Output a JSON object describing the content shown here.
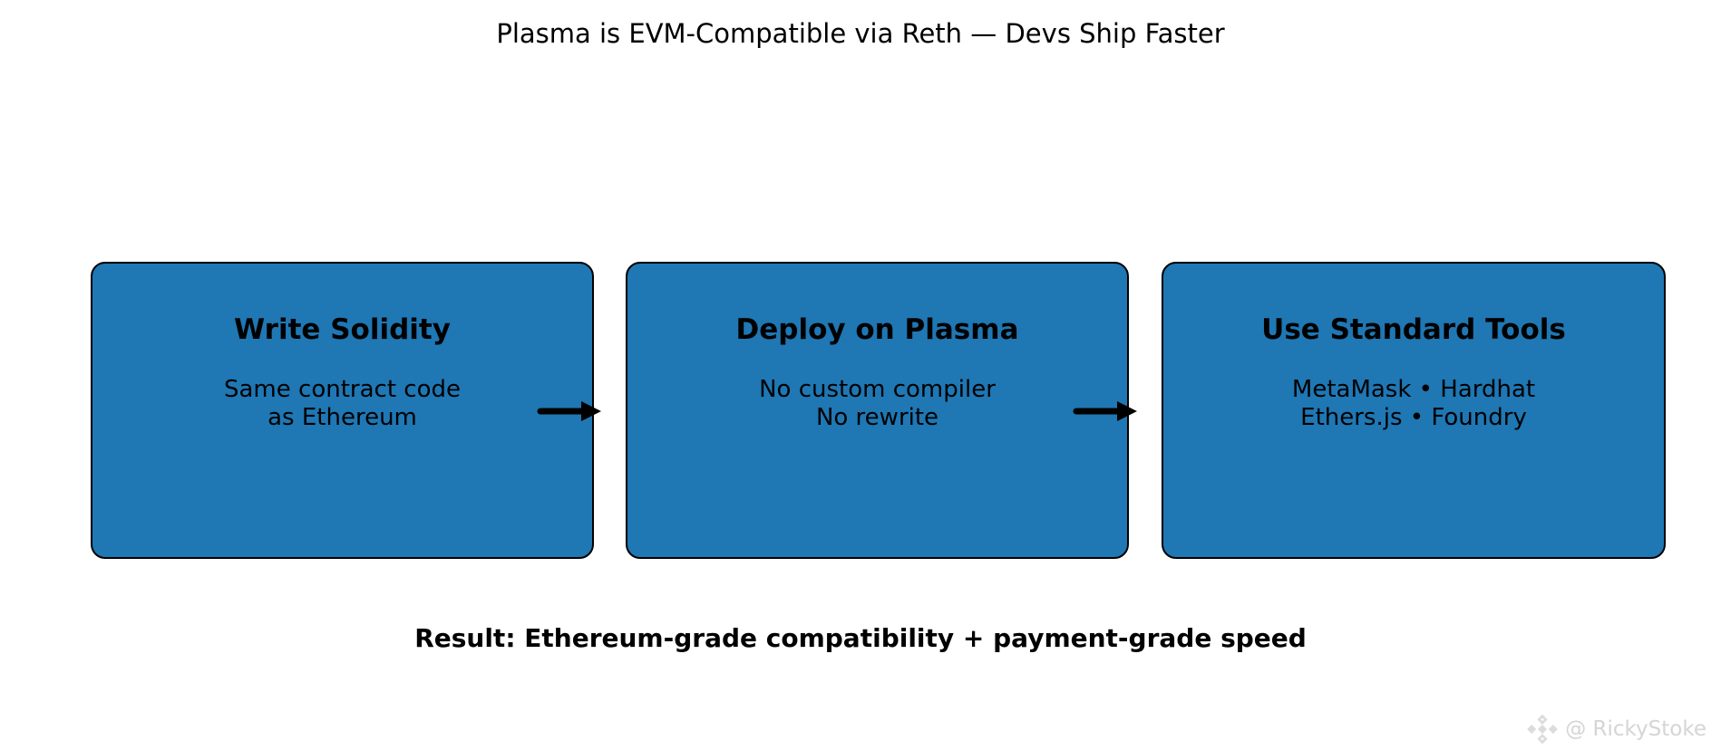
{
  "title": "Plasma is EVM-Compatible via Reth — Devs Ship Faster",
  "steps": [
    {
      "heading": "Write Solidity",
      "line1": "Same contract code",
      "line2": "as Ethereum"
    },
    {
      "heading": "Deploy on Plasma",
      "line1": "No custom compiler",
      "line2": "No rewrite"
    },
    {
      "heading": "Use Standard Tools",
      "line1": "MetaMask • Hardhat",
      "line2": "Ethers.js • Foundry"
    }
  ],
  "result": "Result: Ethereum-grade compatibility + payment-grade speed",
  "watermark": {
    "handle": "@ RickyStoke",
    "logo_icon": "gem-diamonds-logo-icon"
  },
  "colors": {
    "box_fill": "#1f77b4",
    "box_border": "#000000",
    "arrow": "#000000",
    "text": "#000000",
    "watermark": "#d5d5d5",
    "background": "#ffffff"
  }
}
